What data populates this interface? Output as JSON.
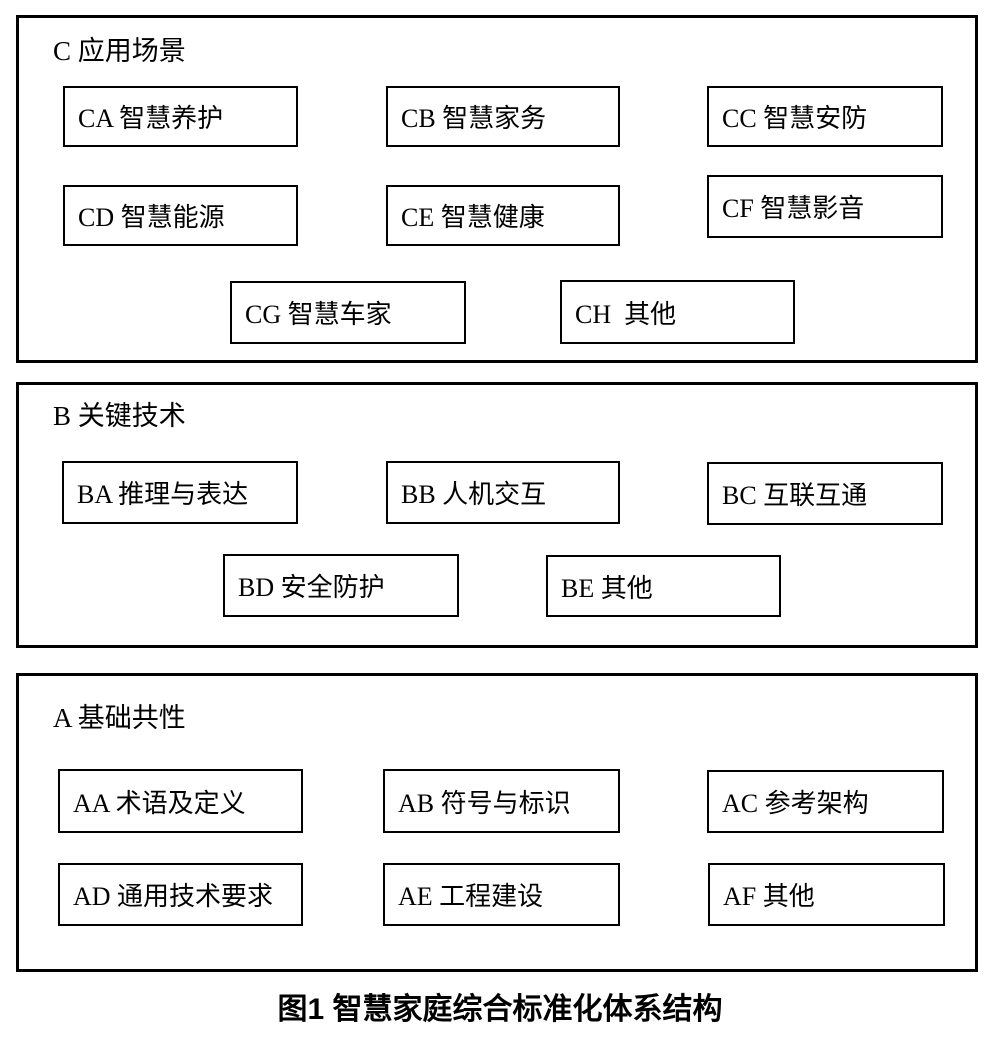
{
  "figure": {
    "caption": "图1 智慧家庭综合标准化体系结构"
  },
  "colors": {
    "border": "#000000",
    "background": "#ffffff",
    "text": "#000000"
  },
  "sections": [
    {
      "code": "C",
      "title": "C 应用场景",
      "items": [
        {
          "code": "CA",
          "label": "CA 智慧养护"
        },
        {
          "code": "CB",
          "label": "CB 智慧家务"
        },
        {
          "code": "CC",
          "label": "CC 智慧安防"
        },
        {
          "code": "CD",
          "label": "CD 智慧能源"
        },
        {
          "code": "CE",
          "label": "CE 智慧健康"
        },
        {
          "code": "CF",
          "label": "CF 智慧影音"
        },
        {
          "code": "CG",
          "label": "CG 智慧车家"
        },
        {
          "code": "CH",
          "label": "CH  其他"
        }
      ]
    },
    {
      "code": "B",
      "title": "B 关键技术",
      "items": [
        {
          "code": "BA",
          "label": "BA 推理与表达"
        },
        {
          "code": "BB",
          "label": "BB 人机交互"
        },
        {
          "code": "BC",
          "label": "BC 互联互通"
        },
        {
          "code": "BD",
          "label": "BD 安全防护"
        },
        {
          "code": "BE",
          "label": "BE 其他"
        }
      ]
    },
    {
      "code": "A",
      "title": "A 基础共性",
      "items": [
        {
          "code": "AA",
          "label": "AA 术语及定义"
        },
        {
          "code": "AB",
          "label": "AB 符号与标识"
        },
        {
          "code": "AC",
          "label": "AC 参考架构"
        },
        {
          "code": "AD",
          "label": "AD 通用技术要求"
        },
        {
          "code": "AE",
          "label": "AE 工程建设"
        },
        {
          "code": "AF",
          "label": "AF 其他"
        }
      ]
    }
  ]
}
